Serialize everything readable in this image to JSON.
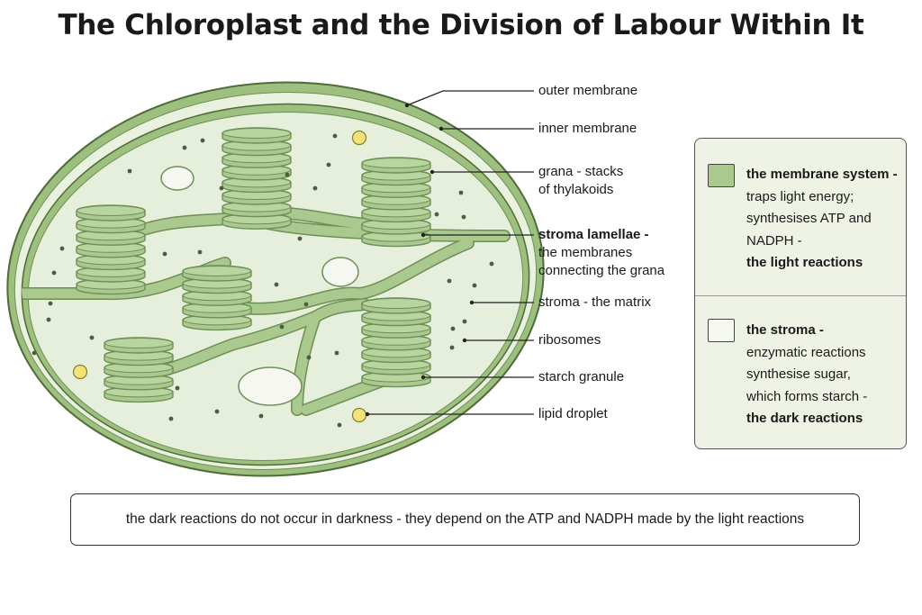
{
  "title": "The Chloroplast and the Division of Labour Within It",
  "colors": {
    "outer_membrane": "#9dc07f",
    "stroma": "#e6efdc",
    "thylakoid": "#a9c98e",
    "thylakoid_dark": "#6e8f55",
    "lipid": "#f2e37a",
    "starch": "#f7f7f2",
    "legend_bg": "#eef3e6"
  },
  "labels": {
    "outer_membrane": "outer membrane",
    "inner_membrane": "inner membrane",
    "grana_line1": "grana - stacks",
    "grana_line2": "of thylakoids",
    "lamellae_title": "stroma lamellae -",
    "lamellae_line2": "the membranes",
    "lamellae_line3": "connecting the grana",
    "stroma": "stroma - the matrix",
    "ribosomes": "ribosomes",
    "starch": "starch granule",
    "lipid": "lipid droplet"
  },
  "legend": {
    "membrane": {
      "title": "the membrane system -",
      "line1": "traps light energy;",
      "line2": "synthesises ATP and",
      "line3": "NADPH -",
      "emph": "the light reactions"
    },
    "stroma": {
      "title": "the stroma -",
      "line1": "enzymatic reactions",
      "line2": "synthesise sugar,",
      "line3": "which forms starch -",
      "emph": "the dark reactions"
    }
  },
  "note": "the dark reactions do not occur in darkness - they depend on the ATP and NADPH made by the light reactions"
}
